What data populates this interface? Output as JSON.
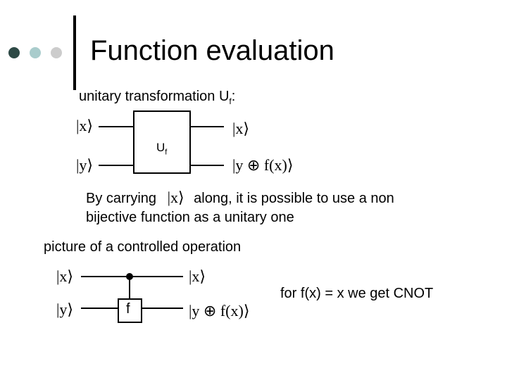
{
  "slide": {
    "title": "Function evaluation",
    "subtitle": "unitary transformation U",
    "subtitle_sub": "f",
    "subtitle_colon": ":",
    "explain_pre": "By carrying",
    "explain_ket": "|x⟩",
    "explain_post": "along, it is possible to use a non",
    "explain_line2": "bijective function as a unitary one",
    "controlled_heading": "picture of a controlled operation",
    "cnot_note": "for f(x) = x we get CNOT"
  },
  "circuit1": {
    "in_top": "|x⟩",
    "in_bottom": "|y⟩",
    "gate_label": "U",
    "gate_sub": "f",
    "out_top": "|x⟩",
    "out_bottom": "|y ⊕ f(x)⟩"
  },
  "circuit2": {
    "in_top": "|x⟩",
    "in_bottom": "|y⟩",
    "gate_label": "f",
    "out_top": "|x⟩",
    "out_bottom": "|y ⊕ f(x)⟩"
  },
  "colors": {
    "dot1": "#2e4a46",
    "dot2": "#a9cccc",
    "dot3": "#cccccc"
  }
}
